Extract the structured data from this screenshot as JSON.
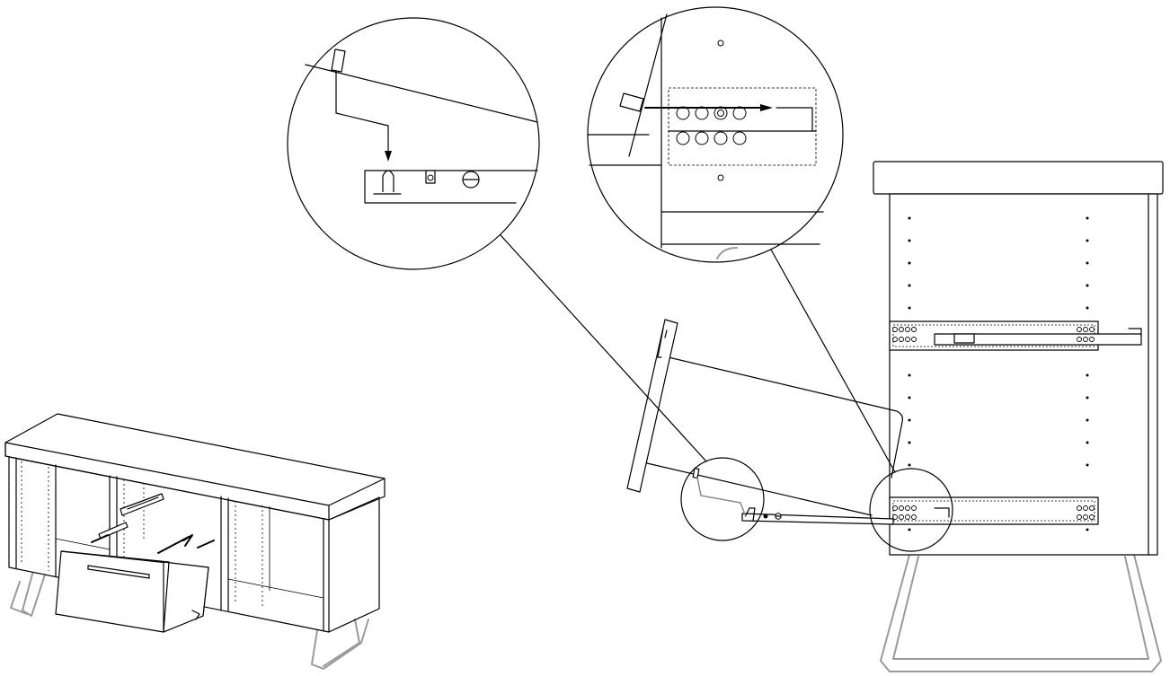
{
  "figure": {
    "kind": "furniture assembly instruction",
    "description_items": [
      "sideboard-overview",
      "drawer-with-handle",
      "drawer-runner",
      "cabinet-side-with-runners",
      "detail-zoom-left",
      "detail-zoom-right",
      "insertion-arrows"
    ],
    "colors": {
      "line": "#000000",
      "background": "#ffffff",
      "hairpin_legs": "#9a9a9a",
      "arrow_path": "#8a8a8a"
    },
    "text_labels": []
  }
}
